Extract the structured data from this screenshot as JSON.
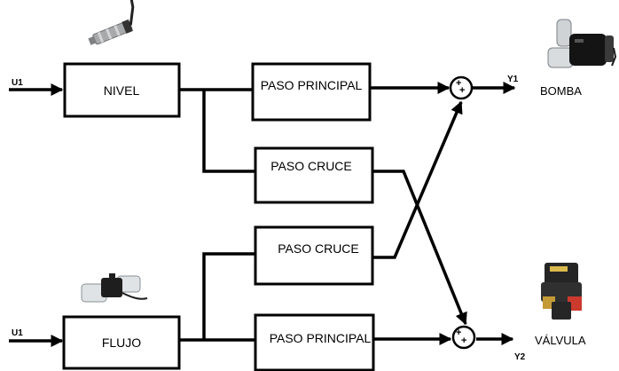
{
  "inputs": {
    "u1_top": "U1",
    "u1_bottom": "U1"
  },
  "outputs": {
    "y1": "Y1",
    "y2": "Y2"
  },
  "blocks": {
    "nivel": "NIVEL",
    "flujo": "FLUJO",
    "paso_principal_top": "PASO PRINCIPAL",
    "paso_cruce_top": "PASO CRUCE",
    "paso_cruce_bottom": "PASO CRUCE",
    "paso_principal_bottom": "PASO PRINCIPAL"
  },
  "summing_sign": "+",
  "devices": {
    "bomba": "BOMBA",
    "valvula": "VÁLVULA"
  },
  "pictures": [
    "level-sensor",
    "flow-sensor",
    "pump",
    "valve"
  ]
}
